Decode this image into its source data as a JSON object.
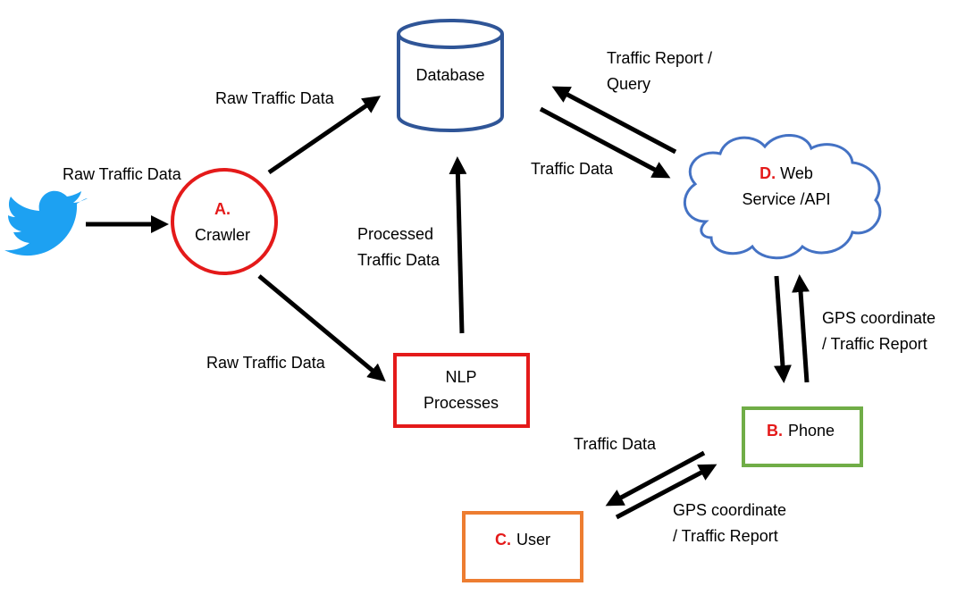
{
  "colors": {
    "crawler": "#e41a1a",
    "nlp": "#e41a1a",
    "phone": "#70ad47",
    "user": "#ed7d31",
    "database": "#2f5597",
    "cloud": "#4472c4",
    "twitter": "#1da1f2",
    "letter": "#e41a1a",
    "arrow": "#000000"
  },
  "nodes": {
    "twitter": {
      "icon": "twitter-bird-icon"
    },
    "crawler": {
      "letter": "A.",
      "label": "Crawler"
    },
    "database": {
      "label": "Database"
    },
    "nlp": {
      "line1": "NLP",
      "line2": "Processes"
    },
    "web_service": {
      "letter": "D.",
      "line1": "Web",
      "line2": "Service /API"
    },
    "phone": {
      "letter": "B.",
      "label": "Phone"
    },
    "user": {
      "letter": "C.",
      "label": "User"
    }
  },
  "edges": {
    "twitter_to_crawler": "Raw Traffic Data",
    "crawler_to_database": "Raw Traffic Data",
    "crawler_to_nlp": "Raw Traffic Data",
    "nlp_to_database": {
      "line1": "Processed",
      "line2": "Traffic Data"
    },
    "webservice_to_database": {
      "line1": "Traffic Report /",
      "line2": "Query"
    },
    "database_to_webservice": "Traffic Data",
    "phone_webservice": {
      "line1": "GPS coordinate",
      "line2": "/ Traffic Report"
    },
    "phone_to_user": "Traffic Data",
    "user_to_phone": {
      "line1": "GPS coordinate",
      "line2": "/ Traffic Report"
    }
  }
}
